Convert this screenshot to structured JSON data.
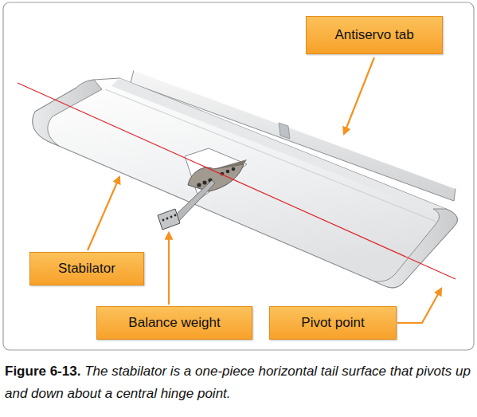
{
  "diagram": {
    "caption": "Figure 6-13. The stabilator is a one-piece horizontal tail surface that pivots up and down about a central hinge point.",
    "nodes": [
      {
        "text": [
          "Antiservo tab"
        ]
      },
      {
        "text": [
          "Stabilator"
        ]
      },
      {
        "text": [
          "Balance weight"
        ]
      },
      {
        "text": [
          "Pivot point"
        ]
      }
    ]
  }
}
